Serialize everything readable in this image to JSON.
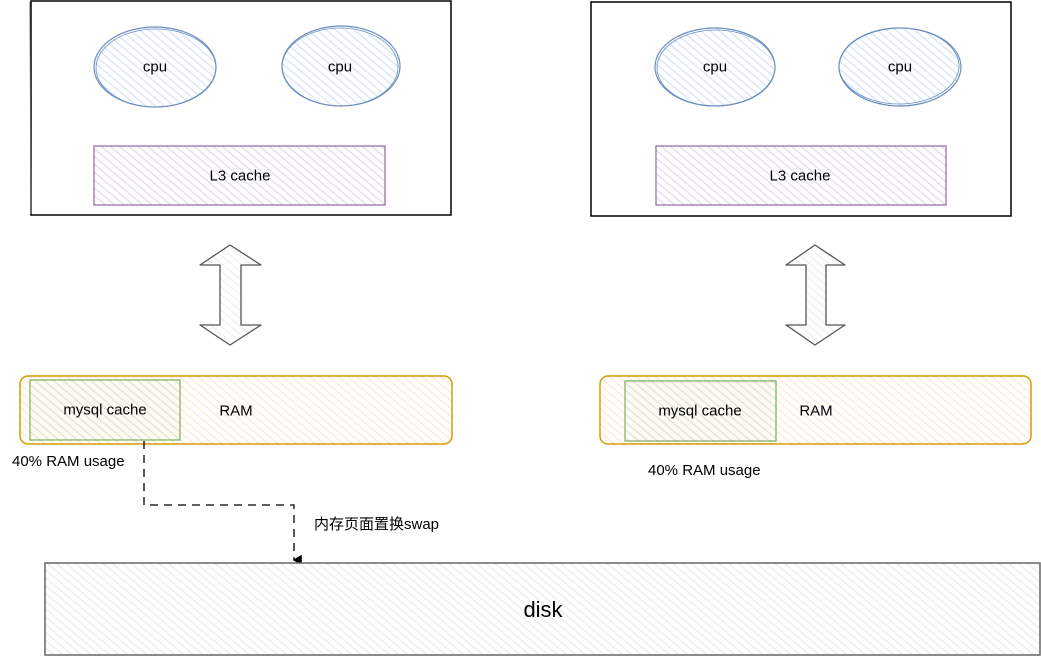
{
  "diagram": {
    "left_node": {
      "cpus": [
        {
          "label": "cpu"
        },
        {
          "label": "cpu"
        }
      ],
      "l3_cache": {
        "label": "L3 cache"
      },
      "ram": {
        "label": "RAM"
      },
      "mysql_cache": {
        "label": "mysql cache"
      },
      "ram_usage": {
        "label": "40% RAM usage",
        "percent": 40
      }
    },
    "right_node": {
      "cpus": [
        {
          "label": "cpu"
        },
        {
          "label": "cpu"
        }
      ],
      "l3_cache": {
        "label": "L3 cache"
      },
      "ram": {
        "label": "RAM"
      },
      "mysql_cache": {
        "label": "mysql cache"
      },
      "ram_usage": {
        "label": "40% RAM usage",
        "percent": 40
      }
    },
    "swap_edge": {
      "label": "内存页面置换swap"
    },
    "disk": {
      "label": "disk"
    }
  },
  "colors": {
    "cpu_stroke": "#6c8ebf",
    "cpu_fill": "#dae8fc",
    "l3_stroke": "#9673a6",
    "l3_fill": "#e1d5e7",
    "ram_stroke": "#d79b00",
    "ram_fill": "#ffe6cc",
    "mysql_stroke": "#82b366",
    "mysql_fill": "#d5e8d4",
    "box_stroke": "#000000",
    "disk_stroke": "#666666",
    "disk_fill": "#f5f5f5"
  }
}
